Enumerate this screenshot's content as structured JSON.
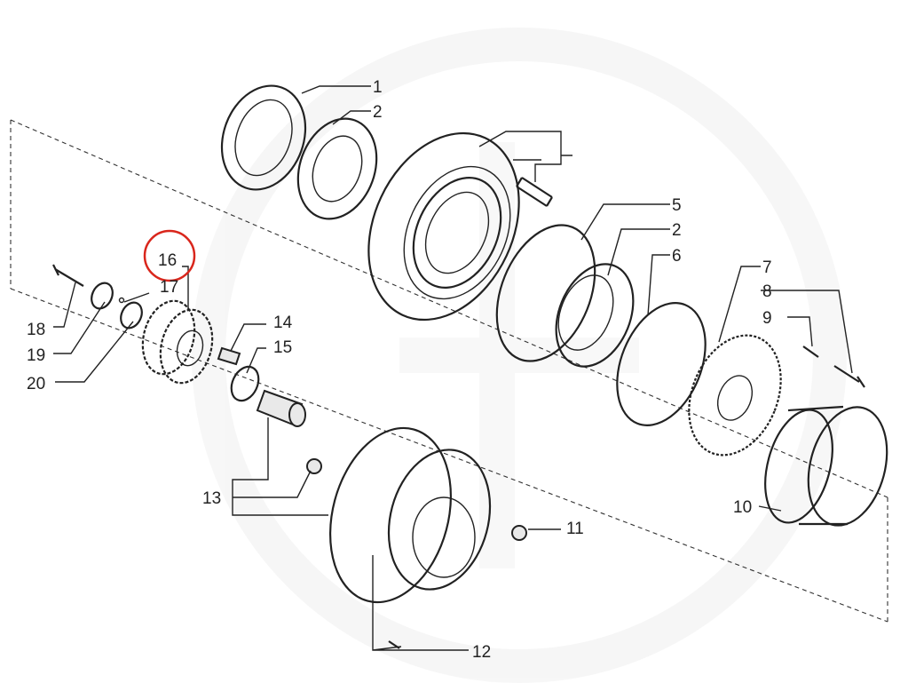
{
  "diagram": {
    "title": "Exploded parts diagram",
    "highlight_color": "#d9261c",
    "highlighted_label": "16",
    "labels": [
      "1",
      "2",
      "5",
      "2",
      "6",
      "7",
      "8",
      "9",
      "10",
      "11",
      "12",
      "13",
      "14",
      "15",
      "16",
      "17",
      "18",
      "19",
      "20"
    ]
  }
}
